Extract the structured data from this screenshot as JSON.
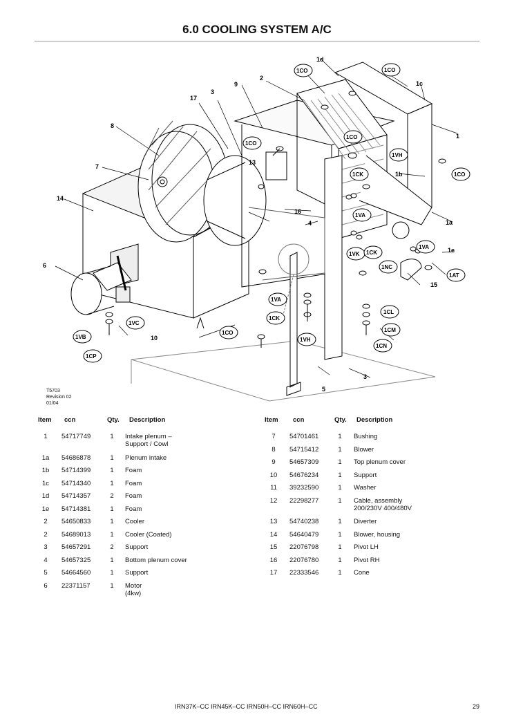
{
  "page_title": "6.0 COOLING SYSTEM A/C",
  "revision": {
    "figure": "T5703",
    "revision": "Revision 02",
    "date": "01/04"
  },
  "callouts": {
    "c1d": "1d",
    "c1CO_a": "1CO",
    "c1CO_b": "1CO",
    "c1c": "1c",
    "c2": "2",
    "c9": "9",
    "c3": "3",
    "c17": "17",
    "c1": "1",
    "c8": "8",
    "c1CO_c": "1CO",
    "c13": "13",
    "c1CO_d": "1CO",
    "c1VH_a": "1VH",
    "c1CO_e": "1CO",
    "c7": "7",
    "c1CK_a": "1CK",
    "c1b": "1b",
    "c14": "14",
    "c16": "16",
    "c1VA_a": "1VA",
    "c4": "4",
    "c1a": "1a",
    "c1VK": "1VK",
    "c1CK_b": "1CK",
    "c1VA_b": "1VA",
    "c1e": "1e",
    "c6": "6",
    "c1NC": "1NC",
    "c1AT": "1AT",
    "c15": "15",
    "c1VA_c": "1VA",
    "c1CK_c": "1CK",
    "c1CL": "1CL",
    "c1VC": "1VC",
    "c1VB": "1VB",
    "c1CM": "1CM",
    "c10": "10",
    "c1CO_f": "1CO",
    "c1VH_b": "1VH",
    "c1CN": "1CN",
    "c1CP": "1CP",
    "c3b": "3",
    "c5": "5"
  },
  "table_headers": {
    "item": "Item",
    "ccn": "ccn",
    "qty": "Qty.",
    "desc": "Description"
  },
  "left_rows": [
    {
      "item": "1",
      "ccn": "54717749",
      "qty": "1",
      "desc": "Intake plenum –",
      "desc2": "Support / Cowl"
    },
    {
      "item": "1a",
      "ccn": "54686878",
      "qty": "1",
      "desc": "Plenum intake",
      "desc2": ""
    },
    {
      "item": "1b",
      "ccn": "54714399",
      "qty": "1",
      "desc": "Foam",
      "desc2": ""
    },
    {
      "item": "1c",
      "ccn": "54714340",
      "qty": "1",
      "desc": "Foam",
      "desc2": ""
    },
    {
      "item": "1d",
      "ccn": "54714357",
      "qty": "2",
      "desc": "Foam",
      "desc2": ""
    },
    {
      "item": "1e",
      "ccn": "54714381",
      "qty": "1",
      "desc": "Foam",
      "desc2": ""
    },
    {
      "item": "2",
      "ccn": "54650833",
      "qty": "1",
      "desc": "Cooler",
      "desc2": ""
    },
    {
      "item": "2",
      "ccn": "54689013",
      "qty": "1",
      "desc": "Cooler (Coated)",
      "desc2": ""
    },
    {
      "item": "3",
      "ccn": "54657291",
      "qty": "2",
      "desc": "Support",
      "desc2": ""
    },
    {
      "item": "4",
      "ccn": "54657325",
      "qty": "1",
      "desc": "Bottom plenum cover",
      "desc2": ""
    },
    {
      "item": "5",
      "ccn": "54664560",
      "qty": "1",
      "desc": "Support",
      "desc2": ""
    },
    {
      "item": "6",
      "ccn": "22371157",
      "qty": "1",
      "desc": "Motor",
      "desc2": "(4kw)"
    }
  ],
  "right_rows": [
    {
      "item": "7",
      "ccn": "54701461",
      "qty": "1",
      "desc": "Bushing",
      "desc2": ""
    },
    {
      "item": "8",
      "ccn": "54715412",
      "qty": "1",
      "desc": "Blower",
      "desc2": ""
    },
    {
      "item": "9",
      "ccn": "54657309",
      "qty": "1",
      "desc": "Top plenum cover",
      "desc2": ""
    },
    {
      "item": "10",
      "ccn": "54676234",
      "qty": "1",
      "desc": "Support",
      "desc2": ""
    },
    {
      "item": "11",
      "ccn": "39232590",
      "qty": "1",
      "desc": "Washer",
      "desc2": ""
    },
    {
      "item": "12",
      "ccn": "22298277",
      "qty": "1",
      "desc": "Cable, assembly",
      "desc2": "200/230V 400/480V"
    },
    {
      "item": "13",
      "ccn": "54740238",
      "qty": "1",
      "desc": "Diverter",
      "desc2": ""
    },
    {
      "item": "14",
      "ccn": "54640479",
      "qty": "1",
      "desc": "Blower, housing",
      "desc2": ""
    },
    {
      "item": "15",
      "ccn": "22076798",
      "qty": "1",
      "desc": "Pivot        LH",
      "desc2": ""
    },
    {
      "item": "16",
      "ccn": "22076780",
      "qty": "1",
      "desc": "Pivot        RH",
      "desc2": ""
    },
    {
      "item": "17",
      "ccn": "22333546",
      "qty": "1",
      "desc": "Cone",
      "desc2": ""
    }
  ],
  "footer": {
    "models": "IRN37K–CC   IRN45K–CC  IRN50H–CC  IRN60H–CC",
    "page": "29"
  }
}
